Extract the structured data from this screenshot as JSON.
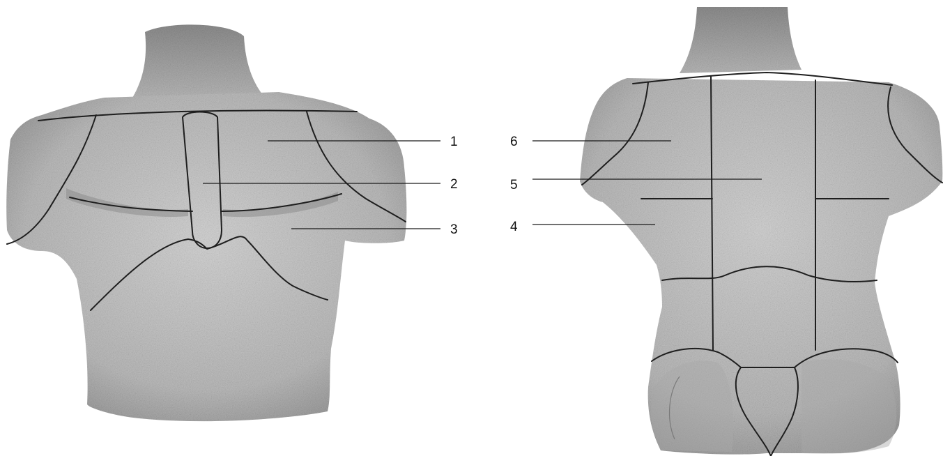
{
  "figure": {
    "colors": {
      "background": "#ffffff",
      "skin_light": "#d8d8d8",
      "skin_mid": "#bdbdbd",
      "skin_dark": "#8f8f8f",
      "outline": "#1e1e1e"
    },
    "front_view": {
      "callouts": [
        {
          "number": "1"
        },
        {
          "number": "2"
        },
        {
          "number": "3"
        }
      ]
    },
    "back_view": {
      "callouts": [
        {
          "number": "6"
        },
        {
          "number": "5"
        },
        {
          "number": "4"
        }
      ]
    }
  }
}
